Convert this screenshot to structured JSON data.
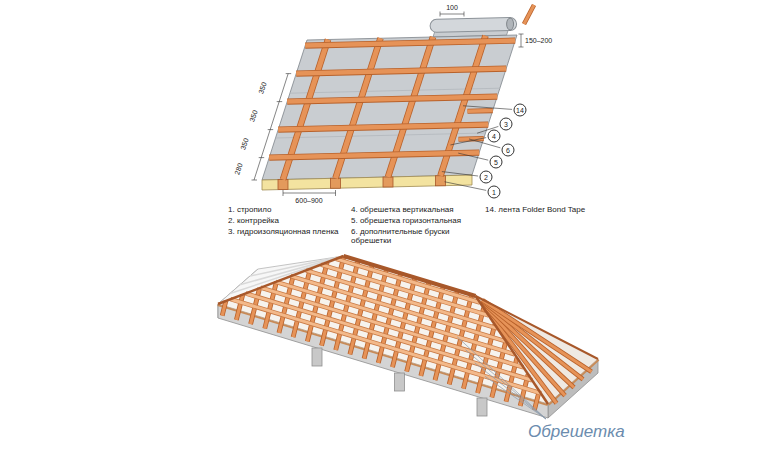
{
  "diagram": {
    "labels": [
      "100",
      "150–200",
      "350",
      "350",
      "350",
      "280",
      "600–900",
      "14",
      "3",
      "4",
      "6",
      "5",
      "2",
      "1",
      "1. стропило",
      "2. контррейка",
      "3. гидроизоляционная пленка",
      "4. обрешетка вертикальная",
      "5. обрешетка горизонтальная",
      "6. дополнительные бруски обрешетки",
      "14. лента Folder Bond Tape",
      "Обрешетка"
    ]
  }
}
